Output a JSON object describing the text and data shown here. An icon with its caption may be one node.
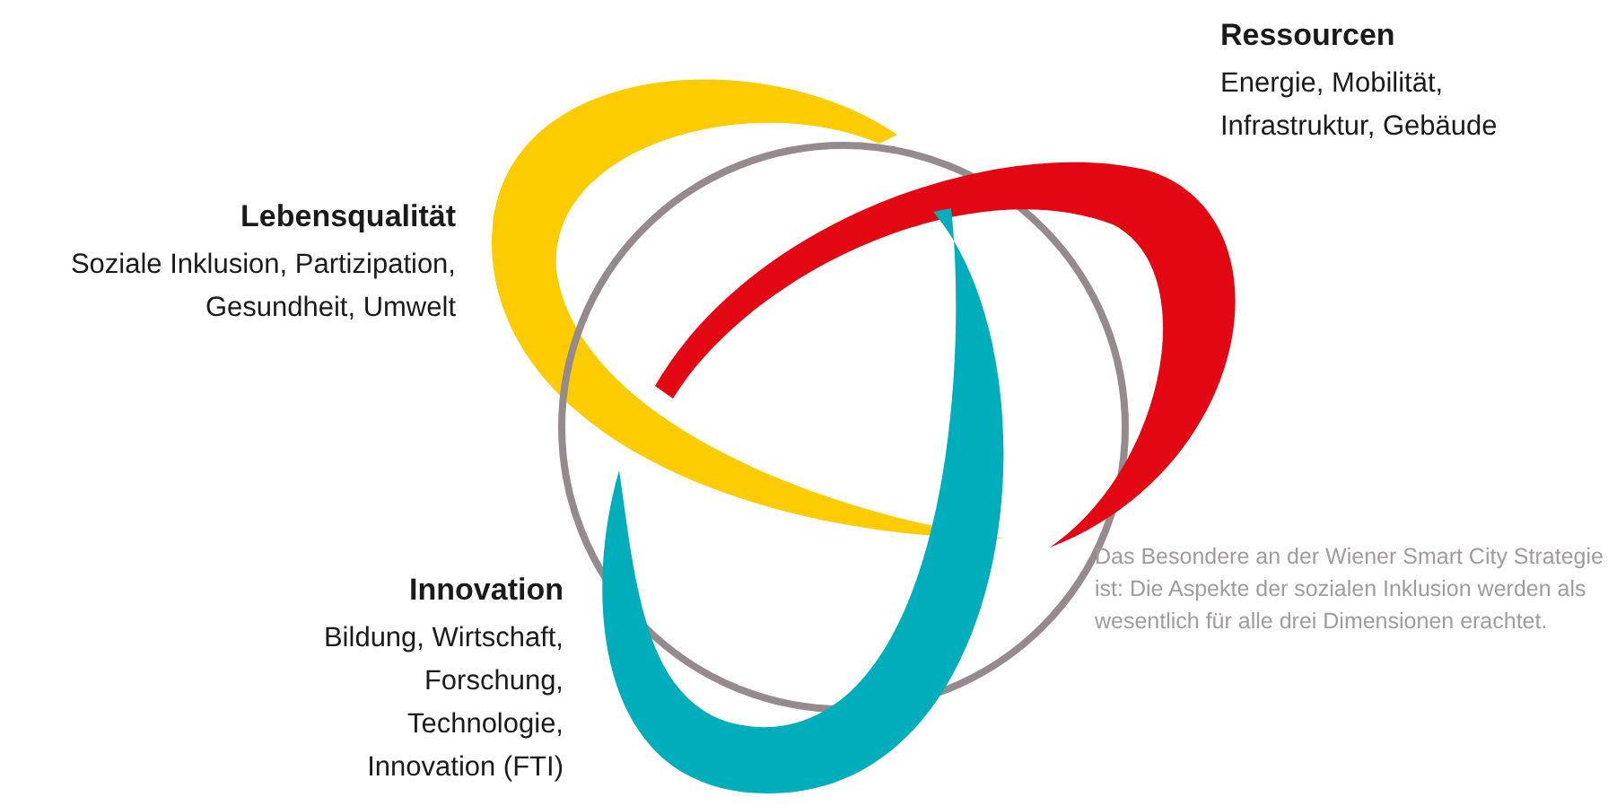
{
  "diagram": {
    "labels": [
      "Ressourcen",
      "Energie, Mobilität, Infrastruktur, Gebäude",
      "Lebensqualität",
      "Soziale Inklusion, Partizipation, Gesundheit, Umwelt",
      "Innovation",
      "Bildung, Wirtschaft, Forschung, Technologie, Innovation (FTI)",
      "Das Besondere an der Wiener Smart City Strategie ist: Die Aspekte der sozialen Inklusion werden als wesentlich für alle drei Dimensionen erachtet."
    ]
  }
}
